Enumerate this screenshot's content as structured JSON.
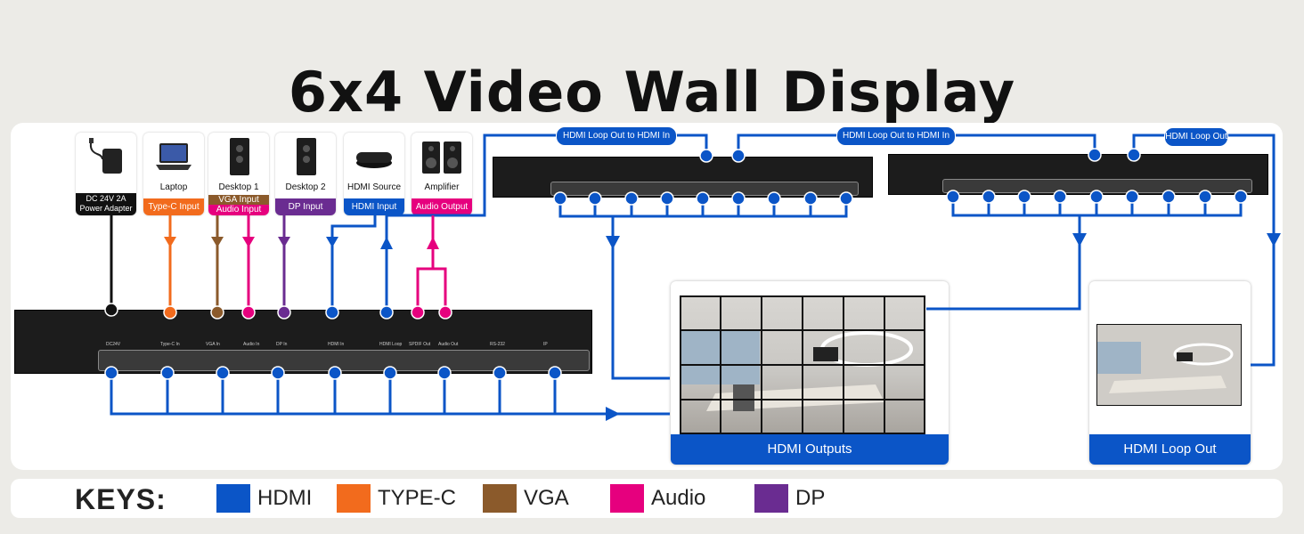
{
  "title": "6x4 Video Wall Display",
  "colors": {
    "hdmi": "#0b55c7",
    "typec": "#f26b1d",
    "vga": "#8b5a2b",
    "audio": "#e6007e",
    "dp": "#6a2c91"
  },
  "sources": [
    {
      "name": "",
      "tag": "DC 24V 2A\nPower Adapter",
      "icon": "power-adapter-icon",
      "color": "#111111"
    },
    {
      "name": "Laptop",
      "tag": "Type-C Input",
      "icon": "laptop-icon",
      "color": "#f26b1d"
    },
    {
      "name": "Desktop 1",
      "tag_line1": "VGA Input",
      "tag_line2": "Audio Input",
      "icon": "desktop-tower-icon"
    },
    {
      "name": "Desktop 2",
      "tag": "DP Input",
      "icon": "desktop-tower-icon",
      "color": "#6a2c91"
    },
    {
      "name": "HDMI Source",
      "tag": "HDMI Input",
      "icon": "media-box-icon",
      "color": "#0b55c7"
    },
    {
      "name": "Amplifier",
      "tag": "Audio Output",
      "icon": "speakers-icon",
      "color": "#e6007e"
    }
  ],
  "power_tag_line1": "DC 24V 2A",
  "power_tag_line2": "Power Adapter",
  "loop_labels": [
    "HDMI Loop Out to HDMI In",
    "HDMI Loop Out to HDMI In",
    "HDMI Loop Out"
  ],
  "port_labels": [
    "DC24V",
    "Type-C In",
    "VGA In",
    "Audio In",
    "DP In",
    "HDMI In",
    "HDMI Loop",
    "SPDIF Out",
    "Audio Out",
    "RS-232",
    "IP"
  ],
  "outputs": {
    "main_caption": "HDMI Outputs",
    "loop_caption": "HDMI Loop Out"
  },
  "keys": {
    "label": "KEYS:",
    "items": [
      {
        "name": "HDMI",
        "color": "#0b55c7"
      },
      {
        "name": "TYPE-C",
        "color": "#f26b1d"
      },
      {
        "name": "VGA",
        "color": "#8b5a2b"
      },
      {
        "name": "Audio",
        "color": "#e6007e"
      },
      {
        "name": "DP",
        "color": "#6a2c91"
      }
    ]
  }
}
